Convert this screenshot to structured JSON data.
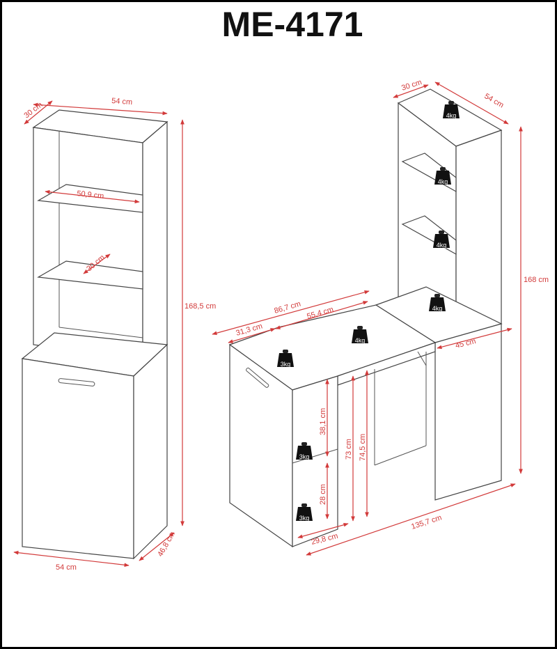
{
  "title": "ME-4171",
  "left_view": {
    "width_top": "54 cm",
    "depth_top": "30 cm",
    "shelf_width": "50,9 cm",
    "shelf_depth": "30 cm",
    "height": "168,5 cm",
    "width_bottom": "54 cm",
    "depth_bottom": "46,8 cm"
  },
  "right_view": {
    "tower_depth": "30 cm",
    "tower_width": "54 cm",
    "tower_height": "168 cm",
    "tower_weights": [
      "4kg",
      "4kg",
      "4kg",
      "4kg"
    ],
    "desk_total": "86,7 cm",
    "desk_top": "55,4 cm",
    "side_width": "31,3 cm",
    "desk_weight": "4kg",
    "side_top_weight": "3kg",
    "leg_gap": "45 cm",
    "shelf_upper": "38,1 cm",
    "height_73": "73 cm",
    "height_745": "74,5 cm",
    "shelf_lower": "28 cm",
    "shelf_weights": [
      "3kg",
      "3kg"
    ],
    "shelf_depth": "29,8 cm",
    "total_length": "135,7 cm"
  },
  "colors": {
    "dimension": "#d23a3a",
    "line": "#444444",
    "border": "#000000"
  }
}
